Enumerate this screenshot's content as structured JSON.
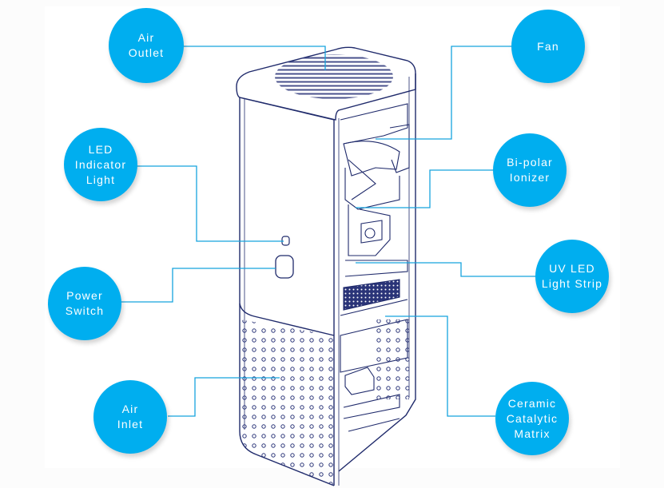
{
  "diagram": {
    "subject": "Air purifier cutaway",
    "accent_color": "#00aeef",
    "line_color": "#1f2a6b",
    "callouts": [
      {
        "id": "air-outlet",
        "label": "Air\nOutlet"
      },
      {
        "id": "fan",
        "label": "Fan"
      },
      {
        "id": "led-indicator-light",
        "label": "LED\nIndicator\nLight"
      },
      {
        "id": "bi-polar-ionizer",
        "label": "Bi-polar\nIonizer"
      },
      {
        "id": "power-switch",
        "label": "Power\nSwitch"
      },
      {
        "id": "uv-led-light-strip",
        "label": "UV LED\nLight Strip"
      },
      {
        "id": "air-inlet",
        "label": "Air\nInlet"
      },
      {
        "id": "ceramic-catalytic-matrix",
        "label": "Ceramic\nCatalytic\nMatrix"
      }
    ]
  }
}
